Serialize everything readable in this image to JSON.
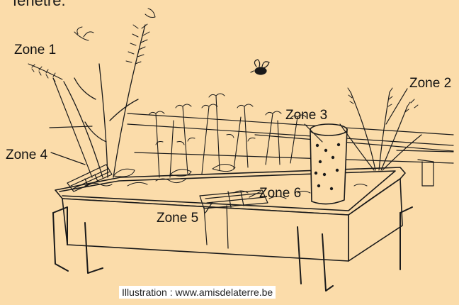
{
  "top_text": "fenêtre.",
  "zones": {
    "zone1": "Zone 1",
    "zone2": "Zone 2",
    "zone3": "Zone 3",
    "zone4": "Zone 4",
    "zone5": "Zone 5",
    "zone6": "Zone 6"
  },
  "credit": "Illustration : www.amisdelaterre.be"
}
